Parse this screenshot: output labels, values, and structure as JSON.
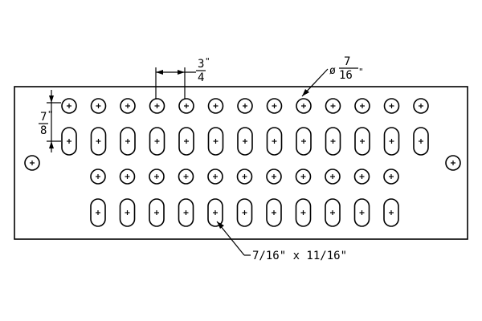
{
  "drawing": {
    "hole_spacing_label": {
      "numerator": "3",
      "denominator": "4",
      "mark": "\""
    },
    "row_spacing_label": {
      "numerator": "7",
      "denominator": "8",
      "mark": "\""
    },
    "round_hole_label": {
      "prefix": "ø",
      "numerator": "7",
      "denominator": "16",
      "mark": "\""
    },
    "slot_label": "7/16\" x 11/16\"",
    "line_color": "#000000",
    "rows": [
      {
        "kind": "round",
        "count": 13
      },
      {
        "kind": "slot",
        "count": 13
      },
      {
        "kind": "round",
        "count": 11
      },
      {
        "kind": "slot",
        "count": 11
      }
    ],
    "mounting_holes": 2
  }
}
